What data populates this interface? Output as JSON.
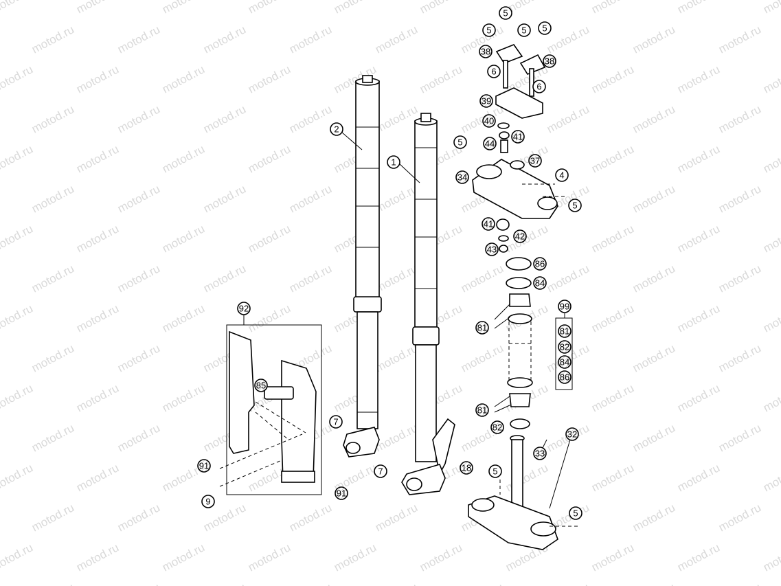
{
  "watermark": "motod.ru",
  "callouts": [
    {
      "id": "c-5-top",
      "label": "5"
    },
    {
      "id": "c-5-tl",
      "label": "5"
    },
    {
      "id": "c-5-tm",
      "label": "5"
    },
    {
      "id": "c-5-tr",
      "label": "5"
    },
    {
      "id": "c-38-l",
      "label": "38"
    },
    {
      "id": "c-38-r",
      "label": "38"
    },
    {
      "id": "c-6-l",
      "label": "6"
    },
    {
      "id": "c-6-r",
      "label": "6"
    },
    {
      "id": "c-39",
      "label": "39"
    },
    {
      "id": "c-40",
      "label": "40"
    },
    {
      "id": "c-41-u",
      "label": "41"
    },
    {
      "id": "c-5-mid",
      "label": "5"
    },
    {
      "id": "c-44",
      "label": "44"
    },
    {
      "id": "c-37",
      "label": "37"
    },
    {
      "id": "c-34",
      "label": "34"
    },
    {
      "id": "c-4",
      "label": "4"
    },
    {
      "id": "c-5-clamp",
      "label": "5"
    },
    {
      "id": "c-41-l",
      "label": "41"
    },
    {
      "id": "c-42",
      "label": "42"
    },
    {
      "id": "c-43",
      "label": "43"
    },
    {
      "id": "c-86",
      "label": "86"
    },
    {
      "id": "c-84",
      "label": "84"
    },
    {
      "id": "c-99",
      "label": "99"
    },
    {
      "id": "c-81-u",
      "label": "81"
    },
    {
      "id": "c-81-kit",
      "label": "81"
    },
    {
      "id": "c-82-kit",
      "label": "82"
    },
    {
      "id": "c-84-kit",
      "label": "84"
    },
    {
      "id": "c-86-kit",
      "label": "86"
    },
    {
      "id": "c-81-l",
      "label": "81"
    },
    {
      "id": "c-82",
      "label": "82"
    },
    {
      "id": "c-32",
      "label": "32"
    },
    {
      "id": "c-33",
      "label": "33"
    },
    {
      "id": "c-5-low",
      "label": "5"
    },
    {
      "id": "c-5-bottom",
      "label": "5"
    },
    {
      "id": "c-2",
      "label": "2"
    },
    {
      "id": "c-1",
      "label": "1"
    },
    {
      "id": "c-92",
      "label": "92"
    },
    {
      "id": "c-85",
      "label": "85"
    },
    {
      "id": "c-7-a",
      "label": "7"
    },
    {
      "id": "c-7-b",
      "label": "7"
    },
    {
      "id": "c-18",
      "label": "18"
    },
    {
      "id": "c-91-l",
      "label": "91"
    },
    {
      "id": "c-91-r",
      "label": "91"
    },
    {
      "id": "c-9",
      "label": "9"
    }
  ]
}
